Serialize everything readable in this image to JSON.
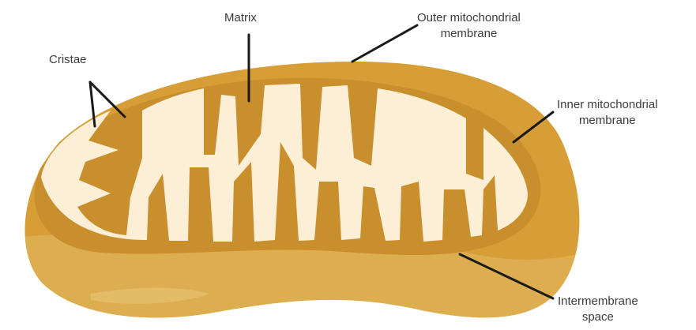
{
  "labels": {
    "matrix": "Matrix",
    "cristae": "Cristae",
    "outer_membrane": [
      "Outer mitochondrial",
      "membrane"
    ],
    "inner_membrane": [
      "Inner mitochondrial",
      "membrane"
    ],
    "intermembrane_space": [
      "Intermembrane",
      "space"
    ]
  },
  "colors": {
    "outer_membrane": "#D79E38",
    "outer_membrane_lower": "#DDAE4F",
    "inner_membrane": "#C98F2C",
    "matrix": "#FCEFD6",
    "leader_lines": "#1a1a1a",
    "label_text": "#3c3c3c"
  }
}
